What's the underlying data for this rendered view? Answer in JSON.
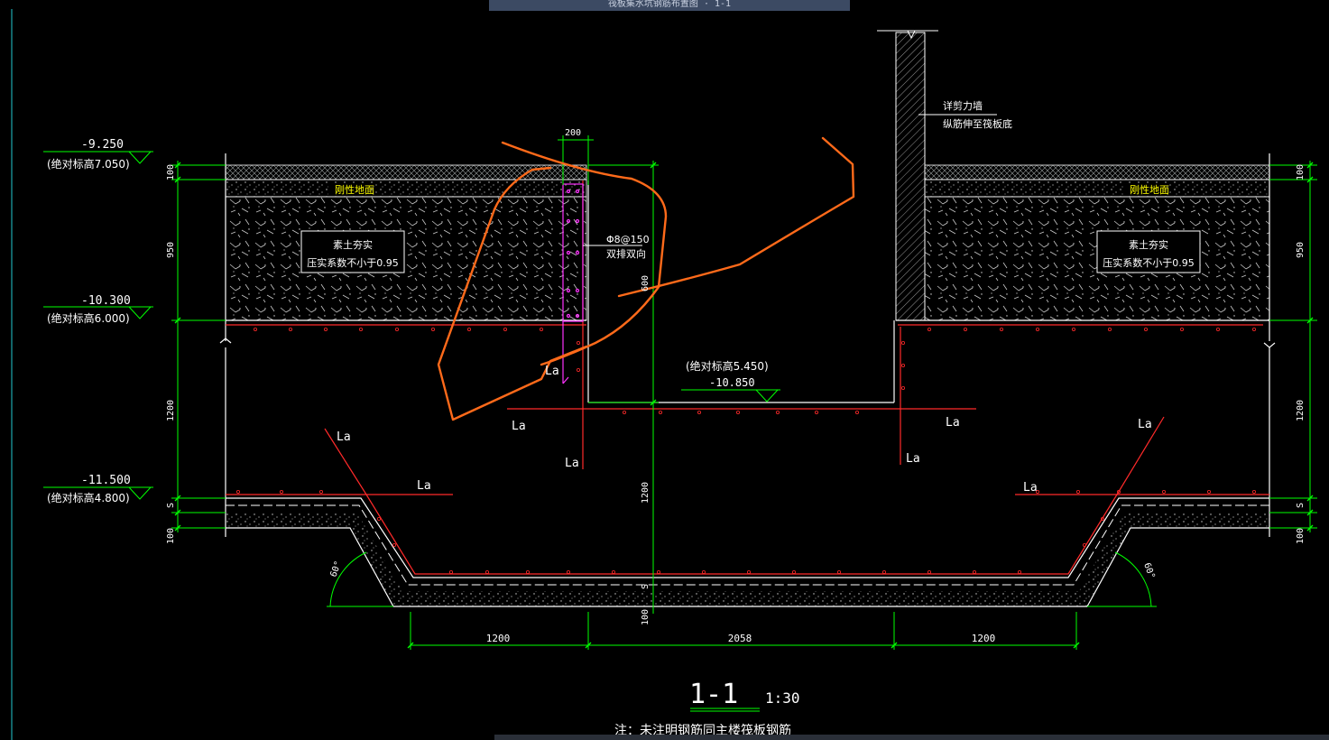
{
  "window": {
    "title": "筏板集水坑钢筋布置图 · 1-1"
  },
  "colors": {
    "background": "#000000",
    "dim": "#00ff00",
    "rebar": "#ff2a2a",
    "outline": "#ffffff",
    "annotation": "#ff6a1a",
    "fill_label": "#ffff00",
    "magenta": "#ff33ff"
  },
  "elevations": {
    "e1": {
      "value": "-9.250",
      "abs": "(绝对标高7.050)"
    },
    "e2": {
      "value": "-10.300",
      "abs": "(绝对标高6.000)"
    },
    "e3": {
      "value": "-11.500",
      "abs": "(绝对标高4.800)"
    },
    "pit_abs": "(绝对标高5.450)",
    "pit_value": "-10.850"
  },
  "dims": {
    "d100": "100",
    "d950": "950",
    "d1200": "1200",
    "d5": "S",
    "d200": "200",
    "d600": "600",
    "d1200b": "1200",
    "bottom": [
      "1200",
      "2058",
      "1200"
    ],
    "angle": "60°"
  },
  "labels": {
    "rigid_floor": "刚性地面",
    "soil_line1": "素土夯实",
    "soil_line2": "压实系数不小于0.95",
    "rebar_spec1": "Φ8@150",
    "rebar_spec2": "双排双向",
    "wall_note1": "详剪力墙",
    "wall_note2": "纵筋伸至筏板底",
    "la": "La"
  },
  "title": {
    "section": "1-1",
    "scale": "1:30",
    "note": "注：未注明钢筋同主楼筏板钢筋"
  }
}
